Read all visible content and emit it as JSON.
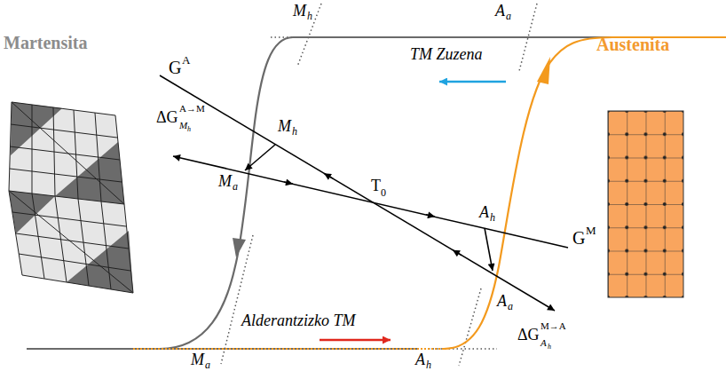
{
  "diagram": {
    "labels": [
      "Martensita",
      "Austenita",
      "TM Zuzena",
      "Alderantzizko TM",
      "G",
      "A",
      "G",
      "M",
      "T",
      "0",
      "M",
      "h",
      "A",
      "a",
      "M",
      "h",
      "M",
      "a",
      "A",
      "h",
      "A",
      "a",
      "M",
      "a",
      "A",
      "h",
      "ΔG",
      "A→M",
      "M",
      "h",
      "ΔG",
      "M→A",
      "A",
      "h"
    ]
  }
}
